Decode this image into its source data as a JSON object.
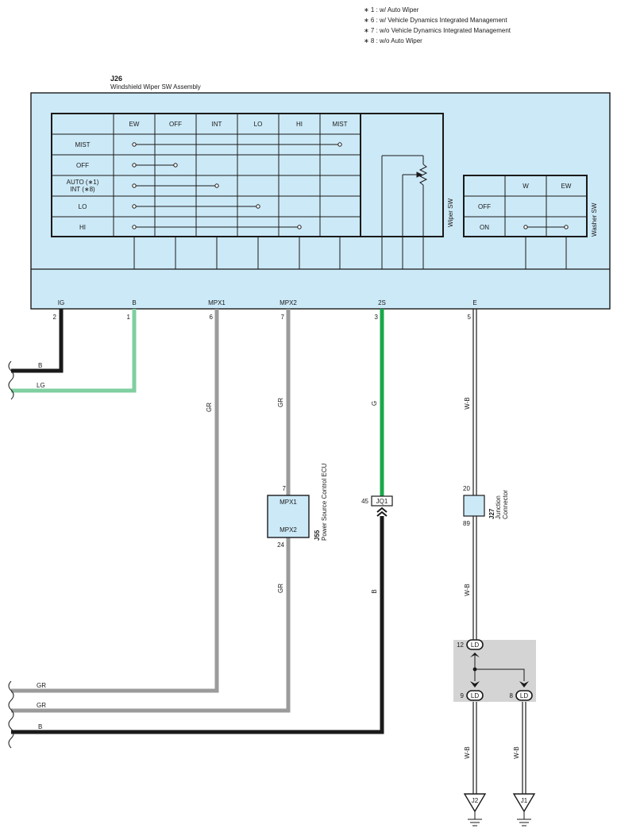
{
  "notes": [
    "∗ 1 : w/ Auto Wiper",
    "∗ 6 : w/ Vehicle Dynamics Integrated Management",
    "∗ 7 : w/o Vehicle Dynamics Integrated Management",
    "∗ 8 : w/o Auto Wiper"
  ],
  "assembly": {
    "code": "J26",
    "name": "Windshield Wiper SW Assembly",
    "wiper_table": {
      "columns": [
        "EW",
        "OFF",
        "INT",
        "LO",
        "HI",
        "MIST"
      ],
      "rows": [
        "MIST",
        "OFF",
        "AUTO (∗1)",
        "INT (∗8)",
        "LO",
        "HI"
      ]
    },
    "wiper_sw_label": "Wiper SW",
    "washer_table": {
      "columns": [
        "W",
        "EW"
      ],
      "rows": [
        "OFF",
        "ON"
      ]
    },
    "washer_sw_label": "Washer SW",
    "terminals": [
      {
        "name": "IG",
        "pin": "2",
        "color": "B"
      },
      {
        "name": "B",
        "pin": "1",
        "color": "LG"
      },
      {
        "name": "MPX1",
        "pin": "6",
        "color": "GR"
      },
      {
        "name": "MPX2",
        "pin": "7",
        "color": "GR"
      },
      {
        "name": "2S",
        "pin": "3",
        "color": "G"
      },
      {
        "name": "E",
        "pin": "5",
        "color": "W-B"
      }
    ]
  },
  "left_wires": {
    "b": "B",
    "lg": "LG",
    "gr1": "GR",
    "gr2": "GR",
    "b2": "B"
  },
  "ecu": {
    "code": "J55",
    "name": "Power Source Control ECU",
    "pin_top": "7",
    "pin_bottom": "24",
    "label_top": "MPX1",
    "label_bottom": "MPX2",
    "wire_below": "GR"
  },
  "connector_jq1": {
    "name": "JQ1",
    "pin": "45",
    "wire_below": "B"
  },
  "junction": {
    "code": "J27",
    "name_line1": "Junction",
    "name_line2": "Connector",
    "pin_top": "20",
    "pin_bottom": "89",
    "wire_below": "W-B"
  },
  "ld": {
    "name": "LD",
    "pin_top": "12",
    "pin_left": "9",
    "pin_right": "8"
  },
  "grounds": [
    {
      "name": "J2",
      "wire": "W-B"
    },
    {
      "name": "J1",
      "wire": "W-B"
    }
  ],
  "colors": {
    "panel": "#cce9f7",
    "wire_b": "#1a1a1a",
    "wire_lg": "#7fcfa0",
    "wire_gr": "#9b9b9b",
    "wire_g": "#1aa84a",
    "splice_bg": "#d4d4d4"
  }
}
